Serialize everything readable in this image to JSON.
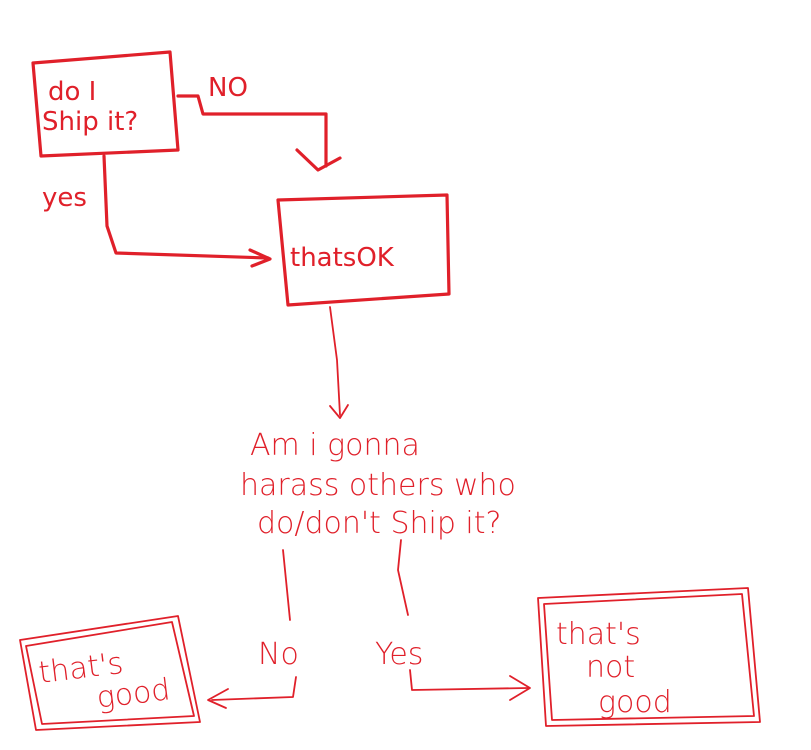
{
  "flowchart": {
    "start_node": {
      "line1": "do I",
      "line2": "Ship it?"
    },
    "edge_no_label": "NO",
    "edge_yes_label": "yes",
    "ok_node": {
      "label": "thatsOK"
    },
    "question": {
      "line1": "Am i gonna",
      "line2": "harass others who",
      "line3": "do/don't Ship it?"
    },
    "branch_no_label": "No",
    "branch_yes_label": "Yes",
    "good_node": {
      "line1": "that's",
      "line2": "good"
    },
    "not_good_node": {
      "line1": "that's",
      "line2": "not",
      "line3": "good"
    }
  },
  "colors": {
    "ink": "#e0202a",
    "background": "#ffffff"
  }
}
